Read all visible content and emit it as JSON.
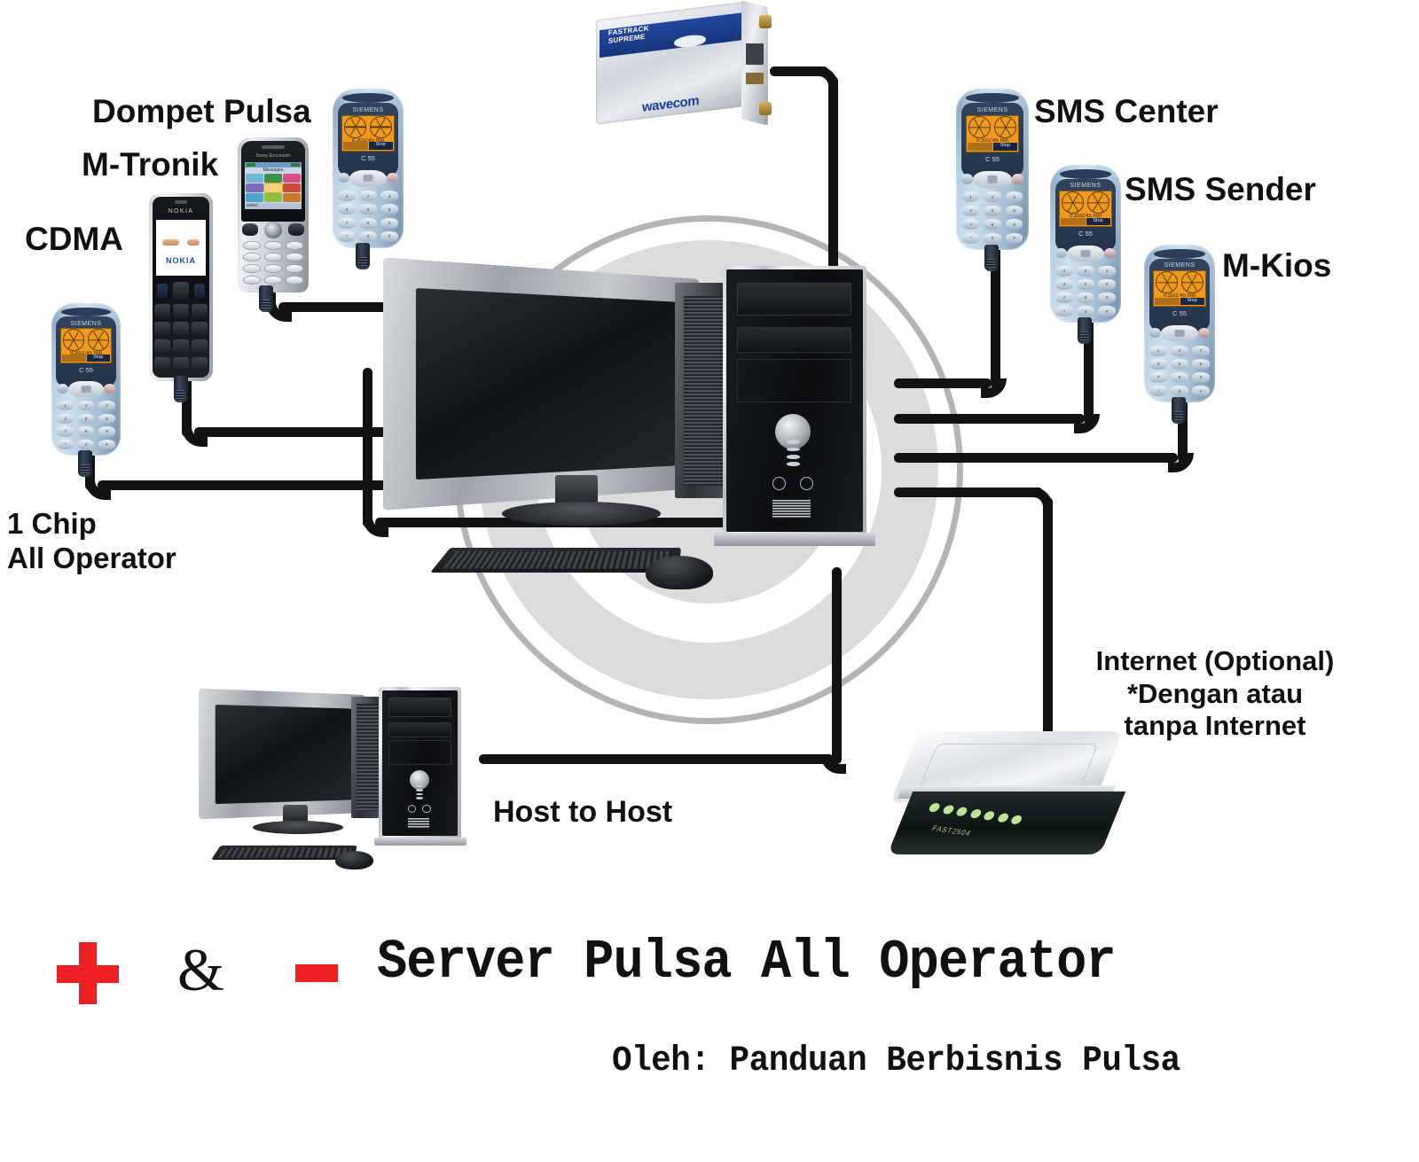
{
  "diagram": {
    "title": "Server Pulsa All Operator network topology",
    "background": {
      "motif": "concentric-target-rings",
      "ring_color": "#dcdcdc",
      "outline_color": "#b4b4b4"
    }
  },
  "labels": {
    "dompet_pulsa": "Dompet Pulsa",
    "m_tronik": "M-Tronik",
    "cdma": "CDMA",
    "one_chip": "1 Chip\nAll Operator",
    "sms_center": "SMS Center",
    "sms_sender": "SMS Sender",
    "m_kios": "M-Kios",
    "host_to_host": "Host to Host",
    "internet": "Internet (Optional)\n*Dengan atau\ntanpa Internet"
  },
  "devices": {
    "modem": {
      "name": "Wavecom Fastrack Supreme GSM modem",
      "line1": "FASTRACK",
      "line2": "SUPREME",
      "brand": "wavecom",
      "brand_sup": "°"
    },
    "siemens": {
      "brand": "SIEMENS",
      "model": "C 55",
      "screen_timer": "0:20/2:45 min",
      "softkey_right": "Stop"
    },
    "nokia": {
      "brand": "NOKIA",
      "screen_logo": "NOKIA"
    },
    "sonyericsson": {
      "brand": "Sony Ericsson",
      "screen_title": "Messages",
      "screen_footer": "Select",
      "icon_colors": [
        "#6fb8d6",
        "#3f8f46",
        "#d94f86",
        "#7a6bbf",
        "#e0b02a",
        "#cf4a3c",
        "#4aa3c9",
        "#8fbd3f",
        "#c97a2a"
      ],
      "selected_index": 4
    },
    "router": {
      "name": "Ethernet broadband router",
      "logo": "FAST2504",
      "led_count": 7,
      "led_color": "#bfe39a"
    },
    "pc_main": {
      "name": "Server PC (monitor, small-form-factor tower, keyboard, mouse)"
    },
    "pc_host": {
      "name": "Host-to-host PC (monitor, tower, keyboard, mouse)"
    }
  },
  "footer": {
    "plus_symbol": "+",
    "ampersand": "&",
    "minus_symbol": "-",
    "title": "Server Pulsa All Operator",
    "subtitle": "Oleh: Panduan Berbisnis Pulsa",
    "accent_color": "#ED2024"
  }
}
